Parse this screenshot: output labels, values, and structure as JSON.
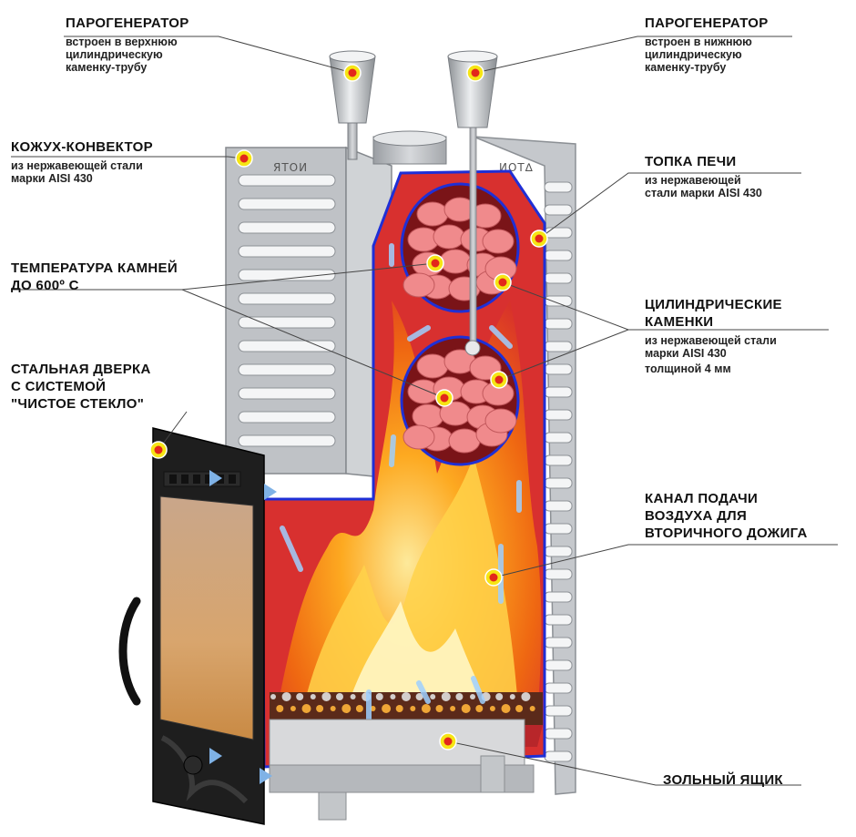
{
  "callouts": {
    "steam_top": {
      "title": "ПАРОГЕНЕРАТОР",
      "desc": "встроен в верхнюю\nцилиндрическую\nкаменку-трубу"
    },
    "steam_bottom": {
      "title": "ПАРОГЕНЕРАТОР",
      "desc": "встроен в нижнюю\nцилиндрическую\nкаменку-трубу"
    },
    "casing": {
      "title": "КОЖУХ-КОНВЕКТОР",
      "desc": "из нержавеющей стали\nмарки AISI 430"
    },
    "firebox": {
      "title": "ТОПКА ПЕЧИ",
      "desc": "из нержавеющей\nстали марки AISI 430"
    },
    "stone_temp": {
      "title": "ТЕМПЕРАТУРА КАМНЕЙ\nДО 600º С"
    },
    "cylinders": {
      "title": "ЦИЛИНДРИЧЕСКИЕ\nКАМЕНКИ",
      "desc": "из нержавеющей стали\nмарки AISI 430",
      "desc2": "толщиной 4 мм"
    },
    "door": {
      "title": "СТАЛЬНАЯ ДВЕРКА\nС СИСТЕМОЙ\n\"ЧИСТОЕ СТЕКЛО\""
    },
    "air_channel": {
      "title": "КАНАЛ ПОДАЧИ\nВОЗДУХА ДЛЯ\nВТОРИЧНОГО ДОЖИГА"
    },
    "ash_box": {
      "title": "ЗОЛЬНЫЙ ЯЩИК"
    }
  },
  "brand": {
    "left_logo": "ЯТОИ",
    "right_logo": "ИОТ∆"
  },
  "colors": {
    "marker_fill": "#f6e514",
    "marker_dot": "#e3271b",
    "steel": "#b9bcc0",
    "firebox_red": "#e0343a",
    "outline_blue": "#1f2fd6",
    "stones": "#f08a8c",
    "flame": "#ff8c14"
  }
}
